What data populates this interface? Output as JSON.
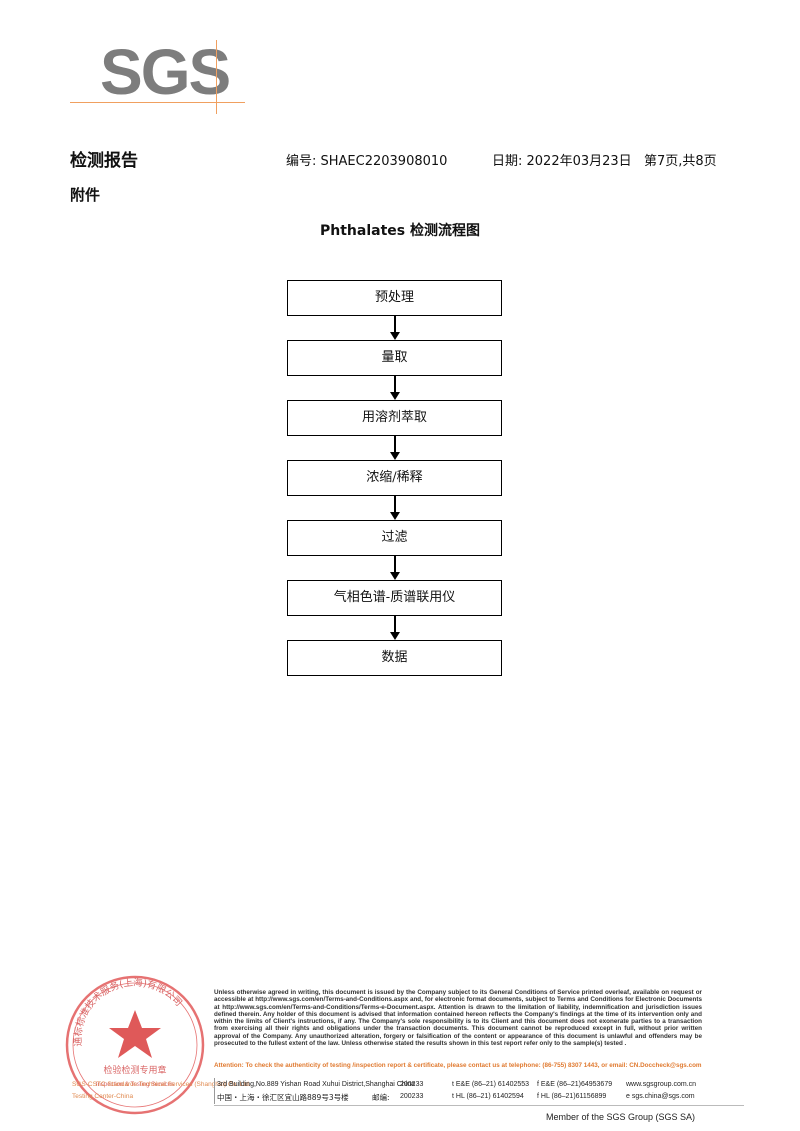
{
  "logo": {
    "text": "SGS"
  },
  "header": {
    "title": "检测报告",
    "report_no": "编号: SHAEC2203908010",
    "date": "日期: 2022年03月23日",
    "page": "第7页,共8页"
  },
  "annex": "附件",
  "flow_title": "Phthalates 检测流程图",
  "steps": [
    "预处理",
    "量取",
    "用溶剂萃取",
    "浓缩/稀释",
    "过滤",
    "气相色谱-质谱联用仪",
    "数据"
  ],
  "stamp": {
    "ring_text": "通标标准技术服务(上海)有限公司",
    "center_text": "检验检测专用章",
    "english_text": "Inspection & Testing Services"
  },
  "footer": {
    "disclaimer": "Unless otherwise agreed in writing, this document is issued by the Company subject to its General Conditions of Service printed overleaf, available on request or accessible at http://www.sgs.com/en/Terms-and-Conditions.aspx and, for electronic format documents, subject to Terms and Conditions for Electronic Documents at http://www.sgs.com/en/Terms-and-Conditions/Terms-e-Document.aspx. Attention is drawn to the limitation of liability, indemnification and jurisdiction issues defined therein. Any holder of this document is advised that information contained hereon reflects the Company's findings at the time of its intervention only and within the limits of Client's instructions, if any. The Company's sole responsibility is to its Client and this document does not exonerate parties to a transaction from exercising all their rights and obligations under the transaction documents. This document cannot be reproduced except in full, without prior written approval of the Company. Any unauthorized alteration, forgery or falsification of the content or appearance of this document is unlawful and offenders may be prosecuted to the fullest extent of the law. Unless otherwise stated the results shown in this test report refer only to the sample(s) tested .",
    "attention": "Attention: To check the authenticity of testing /inspection report & certificate, please contact us at telephone: (86-755) 8307 1443, or email: CN.Doccheck@sgs.com",
    "left_line1": "SGS-CSTC Standards Technical Services (Shanghai) Co. Ltd.",
    "left_line2": "Testing Center-China",
    "addr_en": "3rd Building,No.889 Yishan Road Xuhui District,Shanghai China",
    "zip_en": "200233",
    "tel_en": "t E&E (86–21) 61402553",
    "fax_en": "f E&E (86–21)64953679",
    "web": "www.sgsgroup.com.cn",
    "addr_cn": "中国・上海・徐汇区宜山路889号3号楼",
    "zip_cn_label": "邮编:",
    "zip_cn": "200233",
    "tel_cn": "t HL (86–21) 61402594",
    "fax_cn": "f HL (86–21)61156899",
    "email": "e sgs.china@sgs.com",
    "member": "Member of the SGS Group (SGS SA)"
  }
}
